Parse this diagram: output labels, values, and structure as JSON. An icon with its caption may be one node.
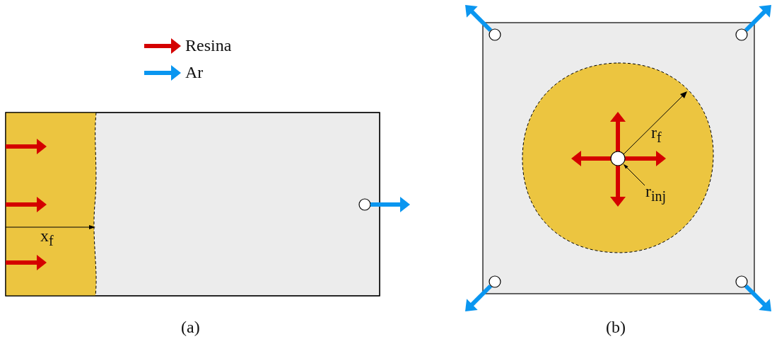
{
  "diagram": {
    "nodes": [
      {
        "text": [
          "r$_{inj}$"
        ]
      },
      {
        "text": [],
        "shape": "circle"
      }
    ],
    "edges": [
      {
        "from": 0,
        "to": 1,
        "arrow": "to"
      }
    ],
    "labels": [
      "r$_{f}$",
      "x$_{f}$",
      "(a)",
      "(b)"
    ],
    "legend": [
      {
        "text": "Resina"
      },
      {
        "text": "Ar"
      }
    ]
  }
}
